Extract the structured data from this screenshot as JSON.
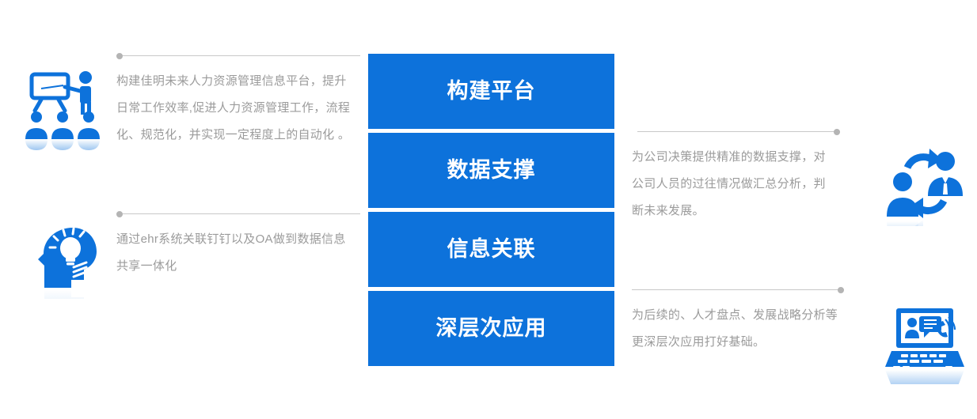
{
  "theme": {
    "accent_blue": "#0D72DB",
    "text_gray": "#9b9b9b",
    "line_gray": "#c8c8c8",
    "dot_gray": "#b4b4b4",
    "background": "#ffffff"
  },
  "center_boxes": [
    {
      "label": "构建平台"
    },
    {
      "label": "数据支撑"
    },
    {
      "label": "信息关联"
    },
    {
      "label": "深层次应用"
    }
  ],
  "left_items": [
    {
      "icon": "presentation-training-icon",
      "text": "构建佳明未来人力资源管理信息平台，提升日常工作效率,促进人力资源管理工作，流程化、规范化，并实现一定程度上的自动化 。"
    },
    {
      "icon": "head-lightbulb-idea-icon",
      "text": "通过ehr系统关联钉钉以及OA做到数据信息共享一体化"
    }
  ],
  "right_items": [
    {
      "icon": "people-exchange-icon",
      "text": "为公司决策提供精准的数据支撑，对公司人员的过往情况做汇总分析，判断未来发展。"
    },
    {
      "icon": "laptop-communication-icon",
      "text": "为后续的、人才盘点、发展战略分析等更深层次应用打好基础。"
    }
  ]
}
